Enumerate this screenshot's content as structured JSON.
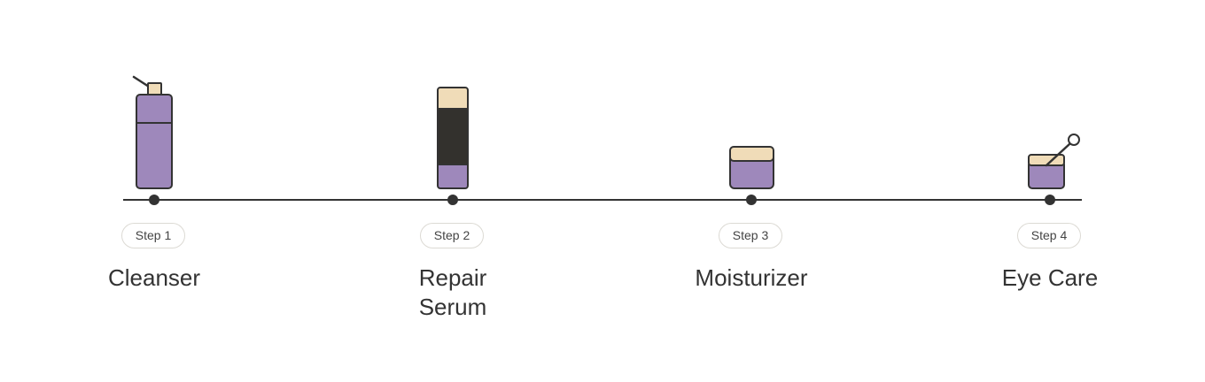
{
  "colors": {
    "line": "#333333",
    "product_purple": "#9e88bb",
    "product_cream": "#f0dcb8",
    "product_dark": "#33312d",
    "outline": "#333333"
  },
  "steps": [
    {
      "badge": "Step 1",
      "name_lines": [
        "Cleanser"
      ],
      "icon": "pump-bottle-icon"
    },
    {
      "badge": "Step 2",
      "name_lines": [
        "Repair",
        "Serum"
      ],
      "icon": "serum-bottle-icon"
    },
    {
      "badge": "Step 3",
      "name_lines": [
        "Moisturizer"
      ],
      "icon": "cream-jar-icon"
    },
    {
      "badge": "Step 4",
      "name_lines": [
        "Eye Care"
      ],
      "icon": "eye-cream-jar-icon"
    }
  ]
}
